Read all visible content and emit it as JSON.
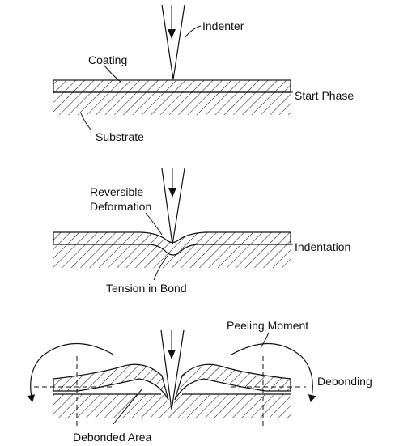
{
  "panels": [
    {
      "phase_label": "Start Phase",
      "labels": {
        "indenter": "Indenter",
        "coating": "Coating",
        "substrate": "Substrate"
      }
    },
    {
      "phase_label": "Indentation",
      "labels": {
        "reversible_line1": "Reversible",
        "reversible_line2": "Deformation",
        "tension": "Tension in Bond"
      }
    },
    {
      "phase_label": "Debonding",
      "labels": {
        "peeling": "Peeling Moment",
        "debonded": "Debonded Area"
      }
    }
  ],
  "colors": {
    "ink": "#111111",
    "background": "#ffffff"
  },
  "icons": [
    "indenter-arrow-icon",
    "peeling-moment-arc-icon",
    "moment-arrowhead-icon"
  ]
}
